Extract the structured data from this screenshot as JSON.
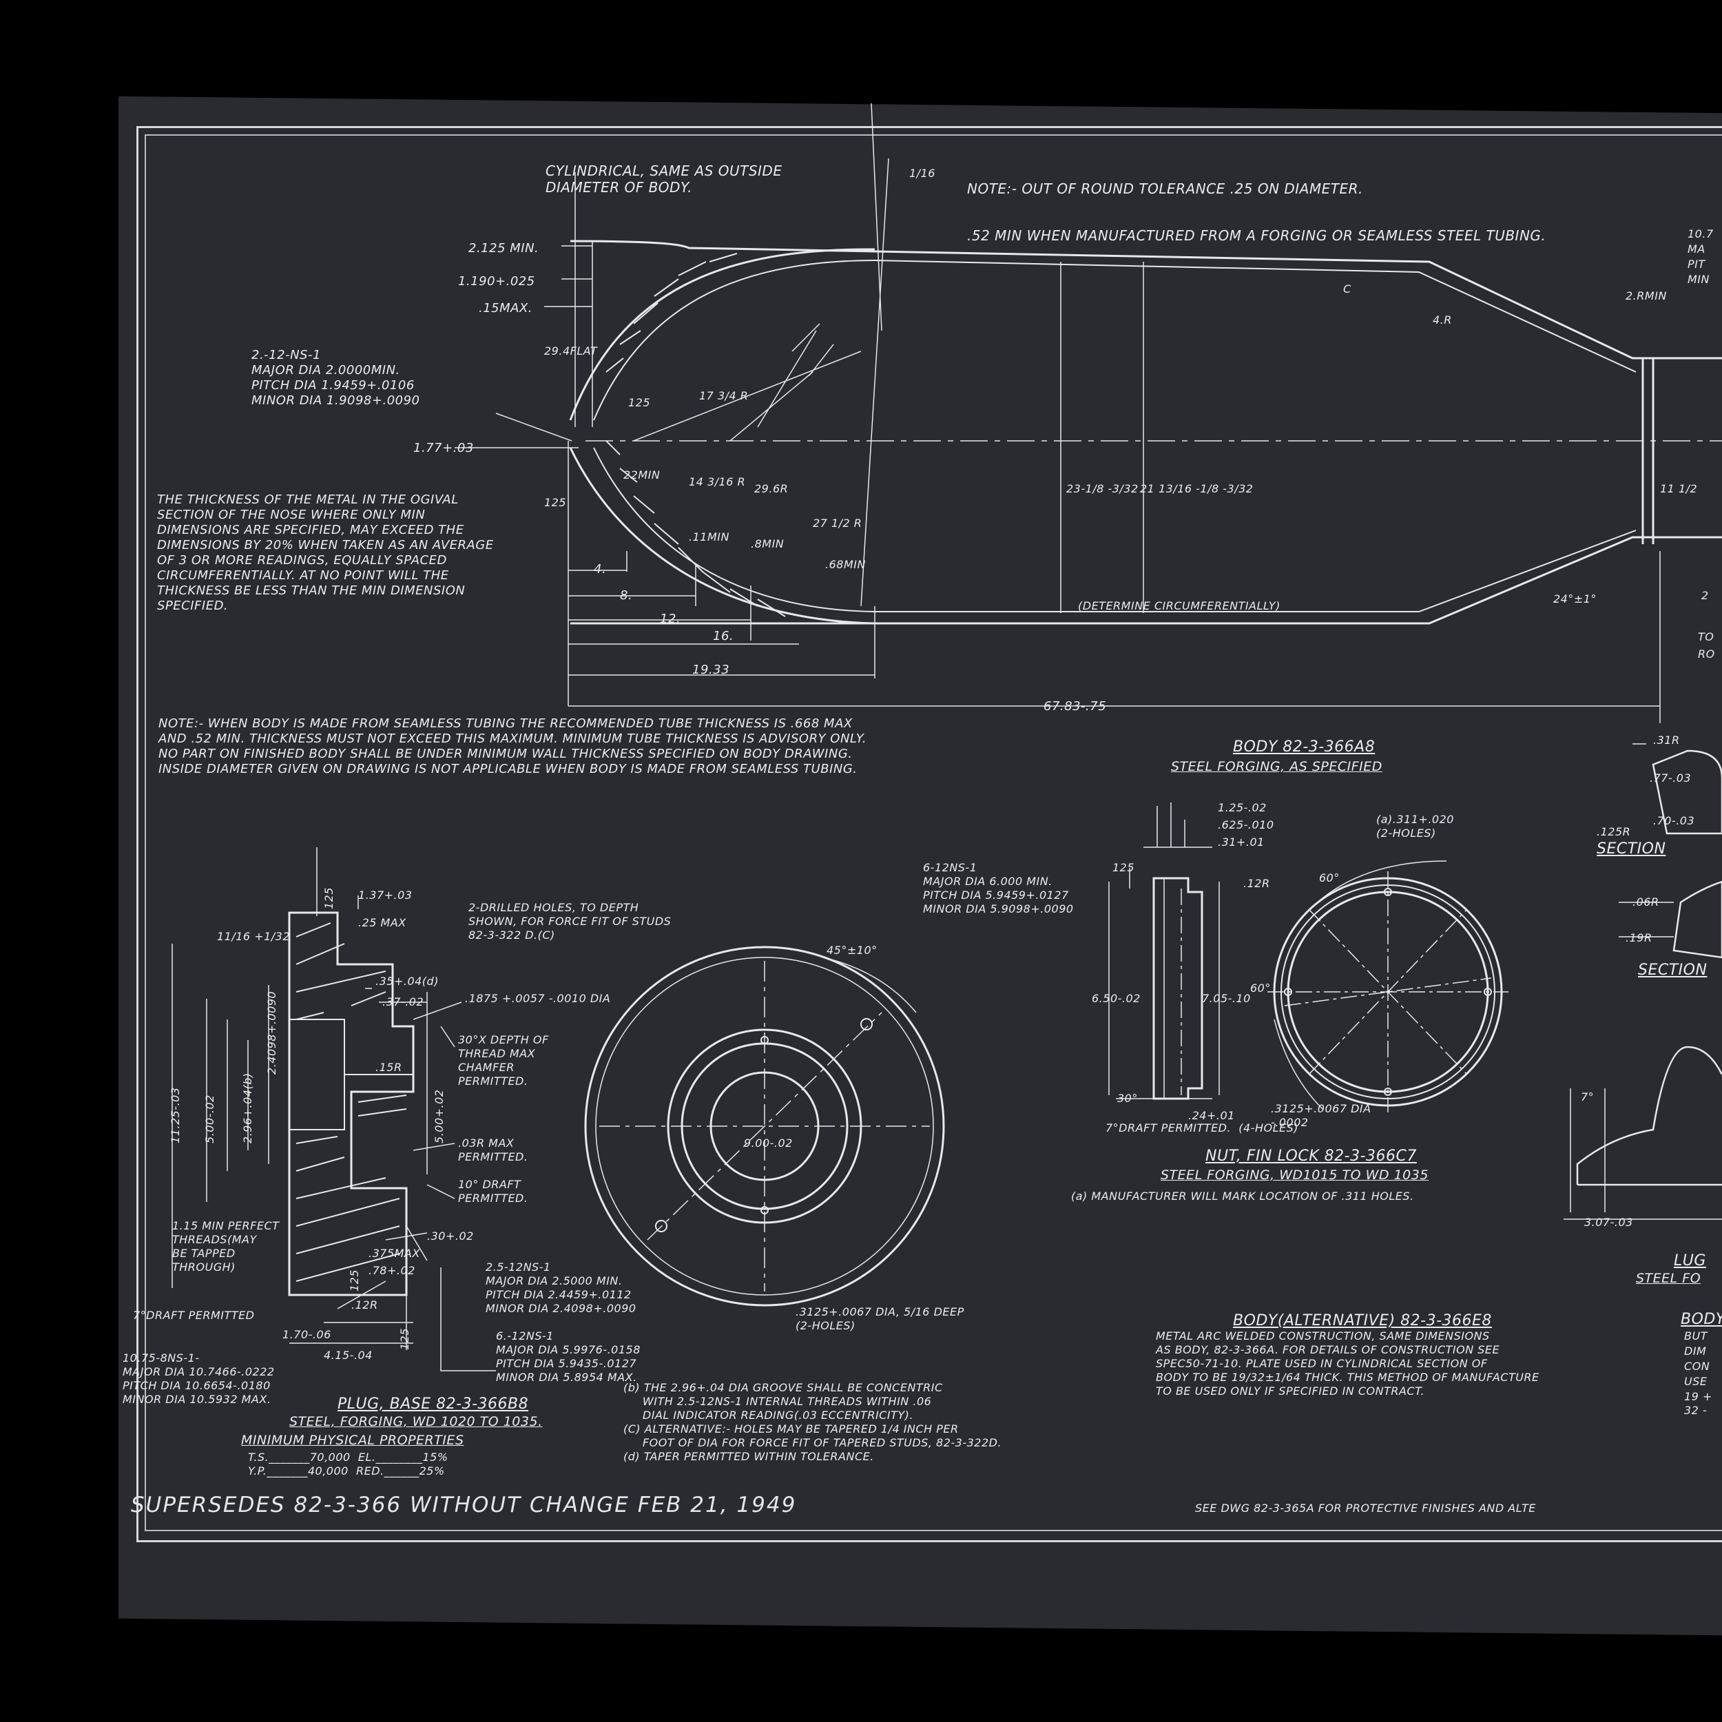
{
  "notes": {
    "cylindrical": "CYLINDRICAL, SAME AS OUTSIDE\nDIAMETER OF BODY.",
    "out_of_round": "NOTE:- OUT OF ROUND TOLERANCE .25 ON DIAMETER.",
    "min_52": ".52 MIN WHEN MANUFACTURED FROM A FORGING OR SEAMLESS STEEL TUBING.",
    "thread_nose": "2.-12-NS-1\nMAJOR DIA 2.0000MIN.\nPITCH DIA 1.9459+.0106\nMINOR DIA 1.9098+.0090",
    "ogival": "THE THICKNESS OF THE METAL IN THE OGIVAL\nSECTION OF THE NOSE WHERE ONLY MIN\nDIMENSIONS ARE SPECIFIED, MAY EXCEED THE\nDIMENSIONS BY 20% WHEN TAKEN AS AN AVERAGE\nOF 3 OR MORE READINGS, EQUALLY SPACED\nCIRCUMFERENTIALLY. AT NO POINT WILL THE\nTHICKNESS BE LESS THAN THE MIN DIMENSION\nSPECIFIED.",
    "seamless": "NOTE:- WHEN BODY IS MADE FROM SEAMLESS TUBING THE RECOMMENDED TUBE THICKNESS IS .668 MAX\nAND .52 MIN. THICKNESS MUST NOT EXCEED THIS MAXIMUM. MINIMUM TUBE THICKNESS IS ADVISORY ONLY.\nNO PART ON FINISHED BODY SHALL BE UNDER MINIMUM WALL THICKNESS SPECIFIED ON BODY DRAWING.\nINSIDE DIAMETER GIVEN ON DRAWING IS NOT APPLICABLE WHEN BODY IS MADE FROM SEAMLESS TUBING.",
    "drilled": "2-DRILLED HOLES, TO DEPTH\nSHOWN, FOR FORCE FIT OF STUDS\n82-3-322 D.(C)",
    "chamfer": "30°X DEPTH OF\nTHREAD MAX\nCHAMFER\nPERMITTED.",
    "r_max": ".03R MAX\nPERMITTED.",
    "draft10": "10° DRAFT\nPERMITTED.",
    "perfect_threads": "1.15 MIN PERFECT\nTHREADS(MAY\nBE TAPPED\nTHROUGH)",
    "draft7_plug": "7°DRAFT PERMITTED",
    "thread_base": "10.75-8NS-1-\nMAJOR DIA 10.7466-.0222\nPITCH DIA 10.6654-.0180\nMINOR DIA 10.5932 MAX.",
    "thread_25": "2.5-12NS-1\nMAJOR DIA 2.5000 MIN.\nPITCH DIA 2.4459+.0112\nMINOR DIA 2.4098+.0090",
    "thread_6a": "6.-12NS-1\nMAJOR DIA 5.9976-.0158\nPITCH DIA 5.9435-.0127\nMINOR DIA 5.8954 MAX.",
    "thread_6b": "6-12NS-1\nMAJOR DIA 6.000 MIN.\nPITCH DIA 5.9459+.0127\nMINOR DIA 5.9098+.0090",
    "holes_3125": ".3125+.0067 DIA, 5/16 DEEP\n(2-HOLES)",
    "groove": "(b) THE 2.96+.04 DIA GROOVE SHALL BE CONCENTRIC\n     WITH 2.5-12NS-1 INTERNAL THREADS WITHIN .06\n     DIAL INDICATOR READING(.03 ECCENTRICITY).\n(C) ALTERNATIVE:- HOLES MAY BE TAPERED 1/4 INCH PER\n     FOOT OF DIA FOR FORCE FIT OF TAPERED STUDS, 82-3-322D.\n(d) TAPER PERMITTED WITHIN TOLERANCE.",
    "draft7_nut": "7°DRAFT PERMITTED.  (4-HOLES)",
    "mark": "(a) MANUFACTURER WILL MARK LOCATION OF .311 HOLES.",
    "alt_body": "METAL ARC WELDED CONSTRUCTION, SAME DIMENSIONS\nAS BODY, 82-3-366A. FOR DETAILS OF CONSTRUCTION SEE\nSPEC50-71-10. PLATE USED IN CYLINDRICAL SECTION OF\nBODY TO BE 19/32±1/64 THICK. THIS METHOD OF MANUFACTURE\nTO BE USED ONLY IF SPECIFIED IN CONTRACT.",
    "see_dwg": "SEE DWG 82-3-365A FOR PROTECTIVE FINISHES AND ALTE",
    "supersedes": "SUPERSEDES 82-3-366 WITHOUT CHANGE FEB 21, 1949"
  },
  "titles": {
    "body": "BODY 82-3-366A8",
    "body_sub": "STEEL FORGING, AS SPECIFIED",
    "plug": "PLUG, BASE 82-3-366B8",
    "plug_sub": "STEEL, FORGING, WD 1020 TO 1035.",
    "props": "MINIMUM PHYSICAL PROPERTIES",
    "props_rows": "T.S._______70,000  EL.________15%\nY.P._______40,000  RED.______25%",
    "nut": "NUT, FIN LOCK 82-3-366C7",
    "nut_sub": "STEEL FORGING, WD1015 TO WD 1035",
    "alt": "BODY(ALTERNATIVE) 82-3-366E8",
    "lug": "LUG",
    "lug_sub": "STEEL FO",
    "section1": "SECTION",
    "section2": "SECTION",
    "body_right": "BODY"
  },
  "dims": {
    "d2125": "2.125 MIN.",
    "d1190": "1.190+.025",
    "d15": ".15MAX.",
    "d294": "29.4FLAT",
    "d125a": "125",
    "d177": "1.77+.03",
    "d125b": "125",
    "d125c": "125",
    "d22": "22MIN",
    "d1734": "17 3/4 R",
    "d14316": "14 3/16 R",
    "d296": "29.6R",
    "d2712": "27 1/2 R",
    "d11min": ".11MIN",
    "d8min": ".8MIN",
    "d68min": ".68MIN",
    "d4": "4.",
    "d8": "8.",
    "d12": "12.",
    "d16": "16.",
    "d1933": "19.33",
    "d6783": "67.83-.75",
    "d116": "1/16",
    "d4r": "4.R",
    "dc": "C",
    "d2rmin": "2.RMIN",
    "d24": "24°±1°",
    "dcirc": "(DETERMINE CIRCUMFERENTIALLY)",
    "d23": "23-1/8 -3/32",
    "d21": "21 13/16 -1/8 -3/32",
    "d11r": "11 1/2",
    "d1071": "10.7",
    "dma": "MA",
    "dpit": "PIT",
    "dmin": "MIN",
    "d137": "1.37+.03",
    "d25max": ".25 MAX",
    "d1116": "11/16 +1/32",
    "d35": ".35+.04(d)",
    "d37": ".37-.02",
    "d1875": ".1875 +.0057 -.0010 DIA",
    "d15r": ".15R",
    "d1125": "11.25-.03",
    "d500a": "5.00-.02",
    "d296b": "2.96+.04(b)",
    "d24098": "2.4098+.0090",
    "d500b": "5.00+.02",
    "d30": ".30+.02",
    "d375": ".375MAX",
    "d78": ".78+.02",
    "d12r": ".12R",
    "d170": "1.70-.06",
    "d415": "4.15-.04",
    "d125d": "125",
    "d125e": "125",
    "d45": "45°±10°",
    "d900": "9.00-.02",
    "d125n": "1.25-.02",
    "d625": ".625-.010",
    "d31": ".31+.01",
    "d125f": "125",
    "d12rn": ".12R",
    "d650": "6.50-.02",
    "d705": "7.05-.10",
    "d30deg": "30°",
    "d24n": ".24+.01",
    "d311": "(a).311+.020\n(2-HOLES)",
    "d60a": "60°",
    "d60b": "60°",
    "d3125n": ".3125+.0067 DIA\n-.0002",
    "d31r": ".31R",
    "d77": ".77-.03",
    "d125r": ".125R",
    "d70": ".70-.03",
    "d06r": ".06R",
    "d19r": ".19R",
    "d7deg": "7°",
    "d307": "3.07-.03",
    "dto": "TO",
    "dro": "RO",
    "d2": "2",
    "dbut": "BUT",
    "ddim": "DIM",
    "dcon": "CON",
    "duse": "USE",
    "d19": "19 +\n32 -"
  }
}
